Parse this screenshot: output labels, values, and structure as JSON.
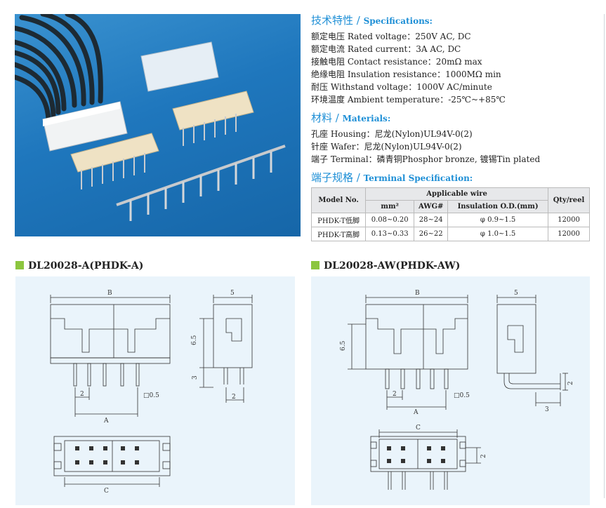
{
  "specifications": {
    "title_cn": "技术特性 /",
    "title_en": "Specifications:",
    "lines": [
      "额定电压 Rated voltage：250V AC, DC",
      "额定电流 Rated current：3A AC, DC",
      "接触电阻 Contact resistance：20mΩ max",
      "绝缘电阻 Insulation resistance：1000MΩ min",
      "耐压 Withstand voltage：1000V AC/minute",
      "环境温度 Ambient temperature：-25℃~+85℃"
    ]
  },
  "materials": {
    "title_cn": "材料 /",
    "title_en": "Materials:",
    "lines": [
      "孔座 Housing：尼龙(Nylon)UL94V-0(2)",
      "针座 Wafer：尼龙(Nylon)UL94V-0(2)",
      "端子 Terminal：磷青铜Phosphor bronze, 镀锡Tin plated"
    ]
  },
  "terminal": {
    "title_cn": "端子规格 /",
    "title_en": "Terminal Specification:",
    "headers": {
      "model": "Model No.",
      "applicable": "Applicable wire",
      "mm2": "mm²",
      "awg": "AWG#",
      "od": "Insulation O.D.(mm)",
      "qty": "Qty/reel"
    },
    "rows": [
      {
        "model": "PHDK-T低脚",
        "mm2": "0.08~0.20",
        "awg": "28~24",
        "od": "φ 0.9~1.5",
        "qty": "12000"
      },
      {
        "model": "PHDK-T高脚",
        "mm2": "0.13~0.33",
        "awg": "26~22",
        "od": "φ 1.0~1.5",
        "qty": "12000"
      }
    ]
  },
  "drawings": {
    "left_title": "DL20028-A(PHDK-A)",
    "right_title": "DL20028-AW(PHDK-AW)",
    "left_dims": {
      "b": "B",
      "five": "5",
      "h65": "6.5",
      "three": "3",
      "two_a": "2",
      "sq05": "□0.5",
      "two_b": "2",
      "a": "A",
      "c": "C"
    },
    "right_dims": {
      "b": "B",
      "five": "5",
      "h65": "6.5",
      "two_a": "2",
      "sq05": "□0.5",
      "a": "A",
      "three": "3",
      "two_v": "2",
      "c": "C",
      "two_c": "2"
    }
  },
  "colors": {
    "accent_blue": "#1e8fd6",
    "marker_green": "#8cc63f",
    "panel_bg": "#eaf4fb",
    "photo_bg": "#1f77bd"
  }
}
